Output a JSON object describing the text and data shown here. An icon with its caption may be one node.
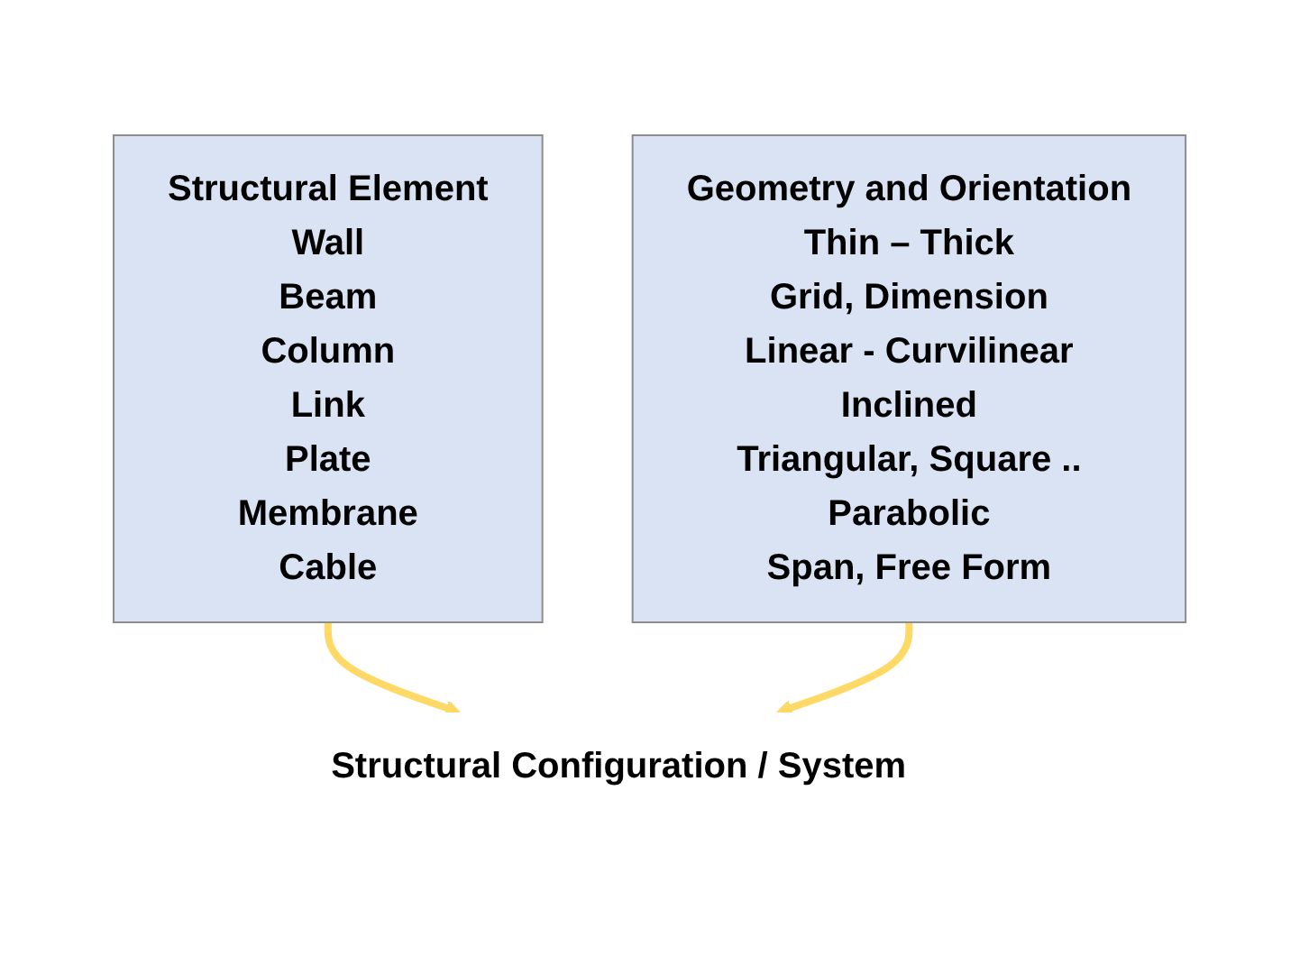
{
  "diagram": {
    "nodes": [
      {
        "text": [
          "Structural Element",
          "Wall",
          "Beam",
          "Column",
          "Link",
          "Plate",
          "Membrane",
          "Cable"
        ]
      },
      {
        "text": [
          "Geometry and Orientation",
          "Thin – Thick",
          "Grid, Dimension",
          "Linear - Curvilinear",
          "Inclined",
          "Triangular, Square ..",
          "Parabolic",
          "Span, Free Form"
        ]
      },
      {
        "text": [
          "Structural Configuration / System"
        ]
      }
    ],
    "edges": [
      {
        "from": 0,
        "to": 2,
        "arrow": "to",
        "color": "#ffd966"
      },
      {
        "from": 1,
        "to": 2,
        "arrow": "to",
        "color": "#ffd966"
      }
    ]
  }
}
